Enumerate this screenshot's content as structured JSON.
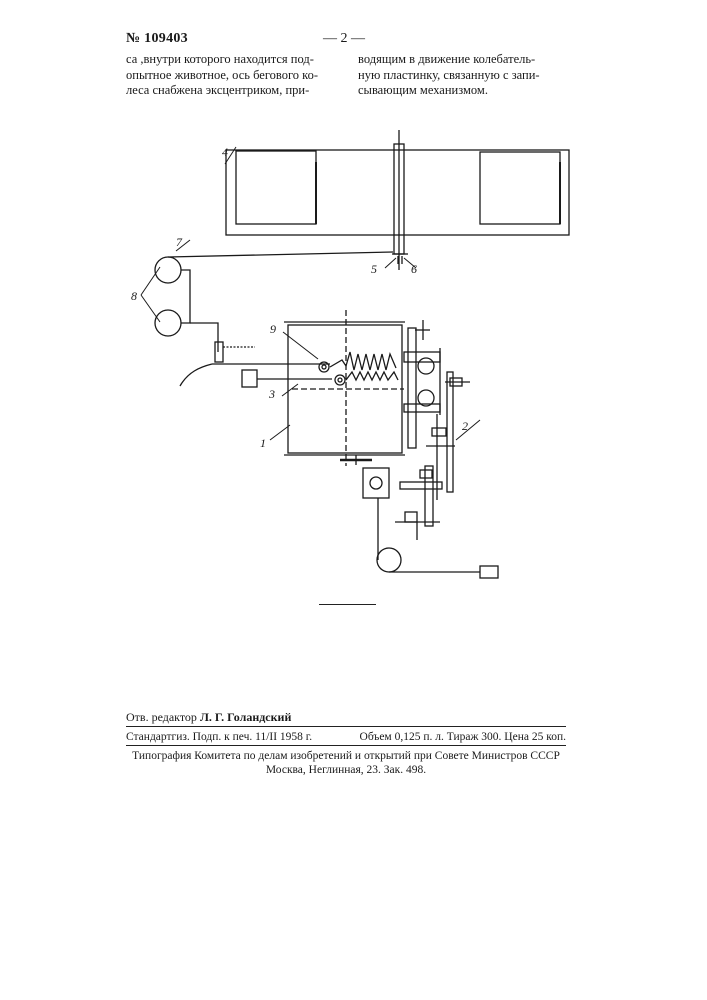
{
  "header": {
    "patent_number": "№ 109403",
    "page_number": "— 2 —"
  },
  "body_text": {
    "left_column": [
      "са ,внутри которого находится под-",
      "опытное животное, ось бегового ко-",
      "леса снабжена эксцентриком, при-"
    ],
    "right_column": [
      "водящим в движение колебатель-",
      "ную пластинку, связанную с запи-",
      "сывающим механизмом."
    ]
  },
  "figure": {
    "part_labels": [
      "4",
      "7",
      "8",
      "9",
      "3",
      "1",
      "2",
      "5",
      "6"
    ]
  },
  "footer": {
    "editor_prefix": "Отв. редактор",
    "editor_name": "Л. Г. Голандский",
    "imprint_left": "Стандартгиз. Подп. к печ. 11/II 1958 г.",
    "imprint_right": "Объем 0,125 п. л. Тираж 300. Цена 25 коп.",
    "printer_line1": "Типография Комитета по делам изобретений и открытий при Совете Министров СССР",
    "printer_line2": "Москва, Неглинная, 23. Зак. 498."
  }
}
